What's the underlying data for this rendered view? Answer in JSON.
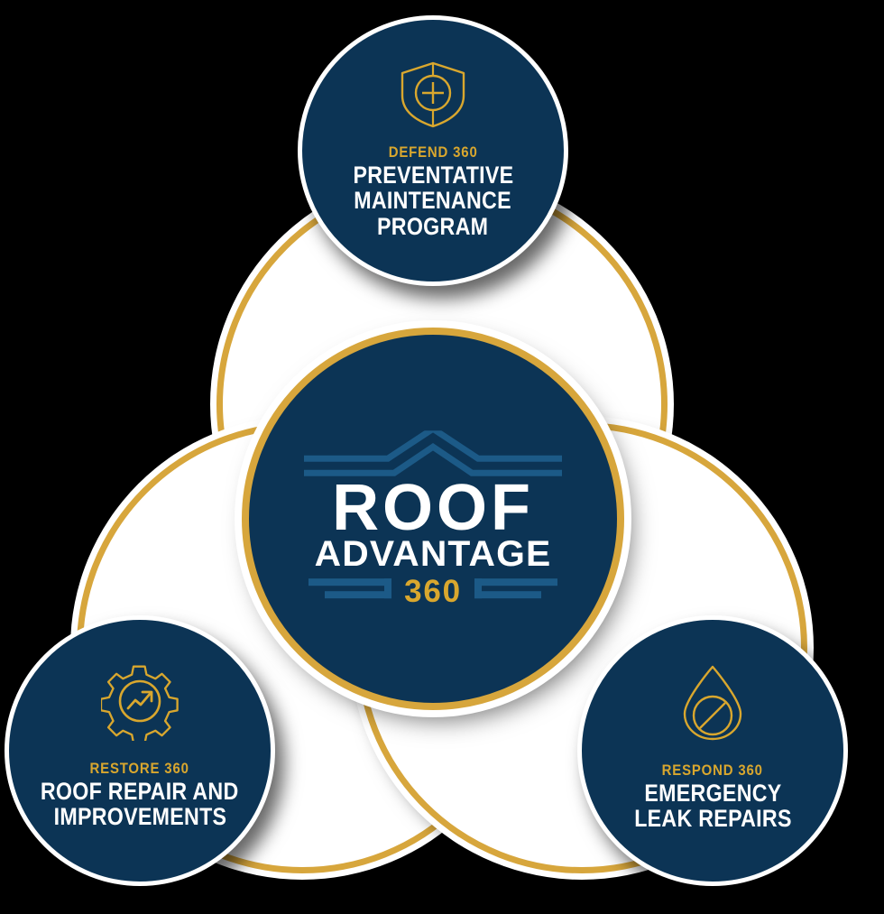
{
  "graphic": {
    "type": "three-circle-venn-infographic",
    "title": "Roof Advantage 360 Program Overview"
  },
  "colors": {
    "navy": "#0c3455",
    "gold": "#d9a72e",
    "ring_gold": "#d7a63c",
    "white": "#ffffff",
    "logo_blue": "#1c5a87",
    "background": "#000000"
  },
  "center": {
    "logo_name": "roof-advantage-360-logo",
    "line1": "ROOF",
    "line2": "ADVANTAGE",
    "line3": "360",
    "roof_icon": "roof-chevron-icon"
  },
  "nodes": [
    {
      "id": "defend",
      "icon": "shield-check-icon",
      "kicker": "DEFEND 360",
      "title_lines": [
        "PREVENTATIVE",
        "MAINTENANCE",
        "PROGRAM"
      ],
      "title": "PREVENTATIVE MAINTENANCE PROGRAM"
    },
    {
      "id": "restore",
      "icon": "gear-growth-icon",
      "kicker": "RESTORE 360",
      "title_lines": [
        "ROOF REPAIR AND",
        "IMPROVEMENTS"
      ],
      "title": "ROOF REPAIR AND IMPROVEMENTS"
    },
    {
      "id": "respond",
      "icon": "water-drop-no-leak-icon",
      "kicker": "RESPOND 360",
      "title_lines": [
        "EMERGENCY",
        "LEAK REPAIRS"
      ],
      "title": "EMERGENCY LEAK REPAIRS"
    }
  ]
}
